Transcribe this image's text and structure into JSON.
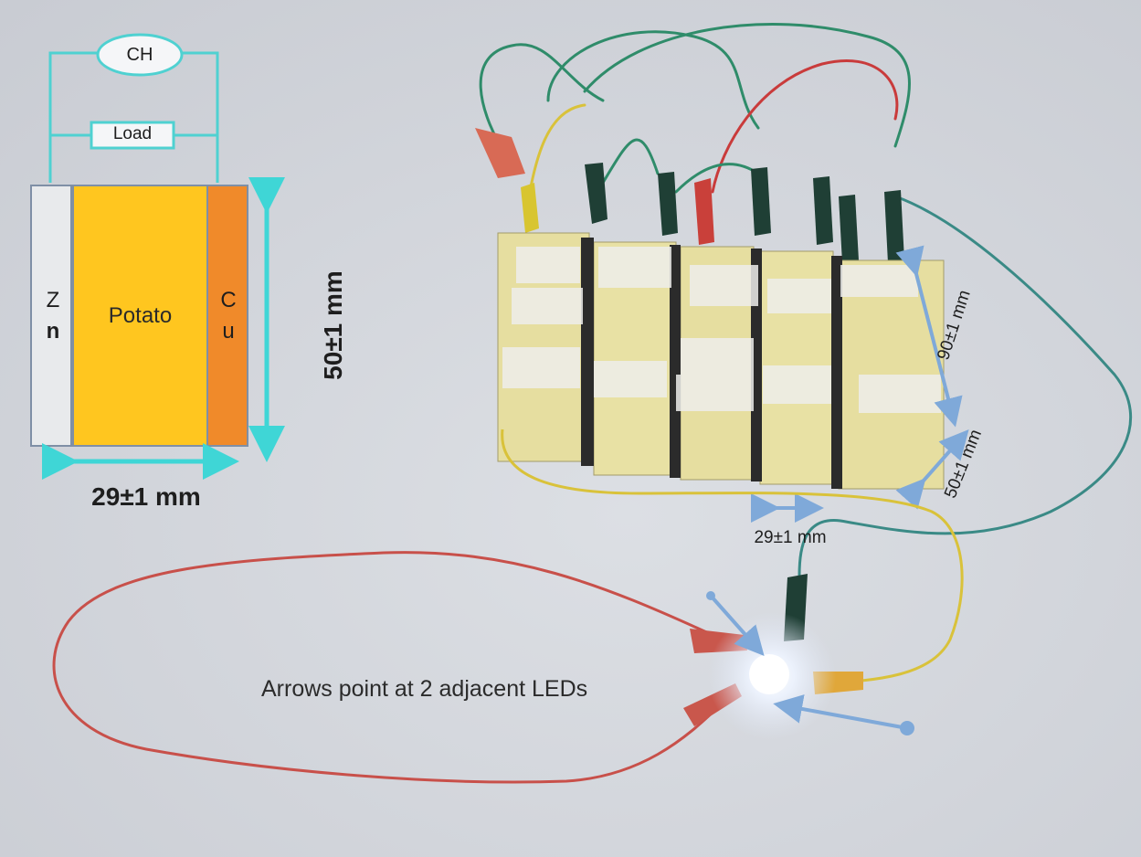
{
  "diagram": {
    "ch_label": "CH",
    "load_label": "Load",
    "zn_chars": [
      "Z",
      "n"
    ],
    "potato_label": "Potato",
    "cu_chars": [
      "C",
      "u"
    ],
    "width_label": "29±1 mm",
    "height_label": "50±1 mm"
  },
  "photo": {
    "dim_height_label": "90±1 mm",
    "dim_depth_label": "50±1 mm",
    "dim_width_label": "29±1 mm",
    "caption": "Arrows point at 2 adjacent LEDs"
  },
  "colors": {
    "background": "#cfd2d8",
    "circuit_wire": "#4fd1d1",
    "zinc": "#e8eaec",
    "potato": "#ffc61f",
    "copper": "#f08a2a",
    "dimension_arrow": "#3fd6d6",
    "photo_arrow": "#7fa9d9",
    "led_glow": "#ffffff"
  }
}
